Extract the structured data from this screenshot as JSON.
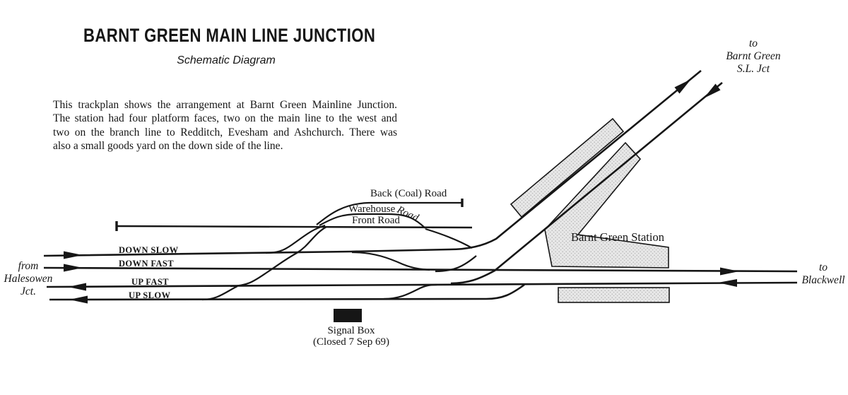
{
  "page": {
    "colors": {
      "ink": "#161616",
      "platform_fill": "#e7e7e7",
      "platform_dot": "#a8a8a8",
      "background": "#ffffff"
    }
  },
  "header": {
    "title": "BARNT GREEN MAIN LINE JUNCTION",
    "subtitle": "Schematic Diagram"
  },
  "description": {
    "lines": [
      "This trackplan shows the arrangement at Barnt Green Mainline Junction.",
      "The station had four platform faces, two on the main line to the west and",
      "two on the branch line to Redditch, Evesham and Ashchurch. There was",
      "also a small goods yard on the down side of the line."
    ]
  },
  "diagram": {
    "west_endpoint": {
      "line1": "from",
      "line2": "Halesowen",
      "line3": "Jct."
    },
    "east_endpoint": {
      "line1": "to",
      "line2": "Blackwell"
    },
    "branch_endpoint": {
      "line1": "to",
      "line2": "Barnt Green",
      "line3": "S.L. Jct"
    },
    "track_labels": {
      "down_slow": "DOWN SLOW",
      "down_fast": "DOWN FAST",
      "up_fast": "UP FAST",
      "up_slow": "UP SLOW"
    },
    "yard_labels": {
      "back_road": "Back (Coal) Road",
      "warehouse": "Warehouse",
      "warehouse_road": "Road",
      "front_road": "Front Road"
    },
    "station_label": "Barnt Green Station",
    "signal_box": {
      "name": "Signal Box",
      "note": "(Closed 7 Sep 69)"
    }
  }
}
